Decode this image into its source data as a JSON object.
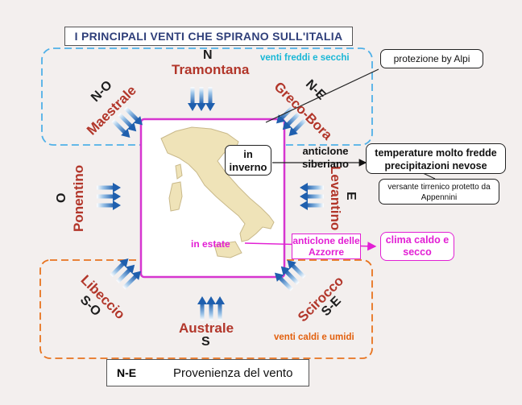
{
  "title": "I PRINCIPALI VENTI CHE SPIRANO SULL'ITALIA",
  "winds": {
    "north": {
      "name": "Tramontana",
      "dir": "N"
    },
    "northwest": {
      "name": "Maestrale",
      "dir": "N-O"
    },
    "northeast": {
      "name": "Greco-Bora",
      "dir": "N-E"
    },
    "west": {
      "name": "Ponentino",
      "dir": "O"
    },
    "east": {
      "name": "Levantino",
      "dir": "E"
    },
    "southwest": {
      "name": "Libeccio",
      "dir": "S-O"
    },
    "southeast": {
      "name": "Scirocco",
      "dir": "S-E"
    },
    "south": {
      "name": "Australe",
      "dir": "S"
    }
  },
  "zones": {
    "cold": "venti freddi e secchi",
    "warm": "venti caldi e umidi"
  },
  "callouts": {
    "alps": "protezione by Alpi",
    "winter_label": "in inverno",
    "siberian": "anticlone siberiano",
    "cold_temps": "temperature molto fredde precipitazioni nevose",
    "tyrrhenian": "versante tirrenico protetto da Appennini",
    "summer_label": "in estate",
    "azores": "anticlone delle Azzorre",
    "hot_dry": "clima caldo e secco"
  },
  "legend": {
    "dir": "N-E",
    "text": "Provenienza del vento"
  },
  "colors": {
    "wind_name": "#b2362a",
    "title": "#2f3f7a",
    "cold_zone": "#4fb0e8",
    "warm_zone": "#e8731e",
    "summer": "#e21fd4",
    "arrow": "#2f6fb6"
  }
}
